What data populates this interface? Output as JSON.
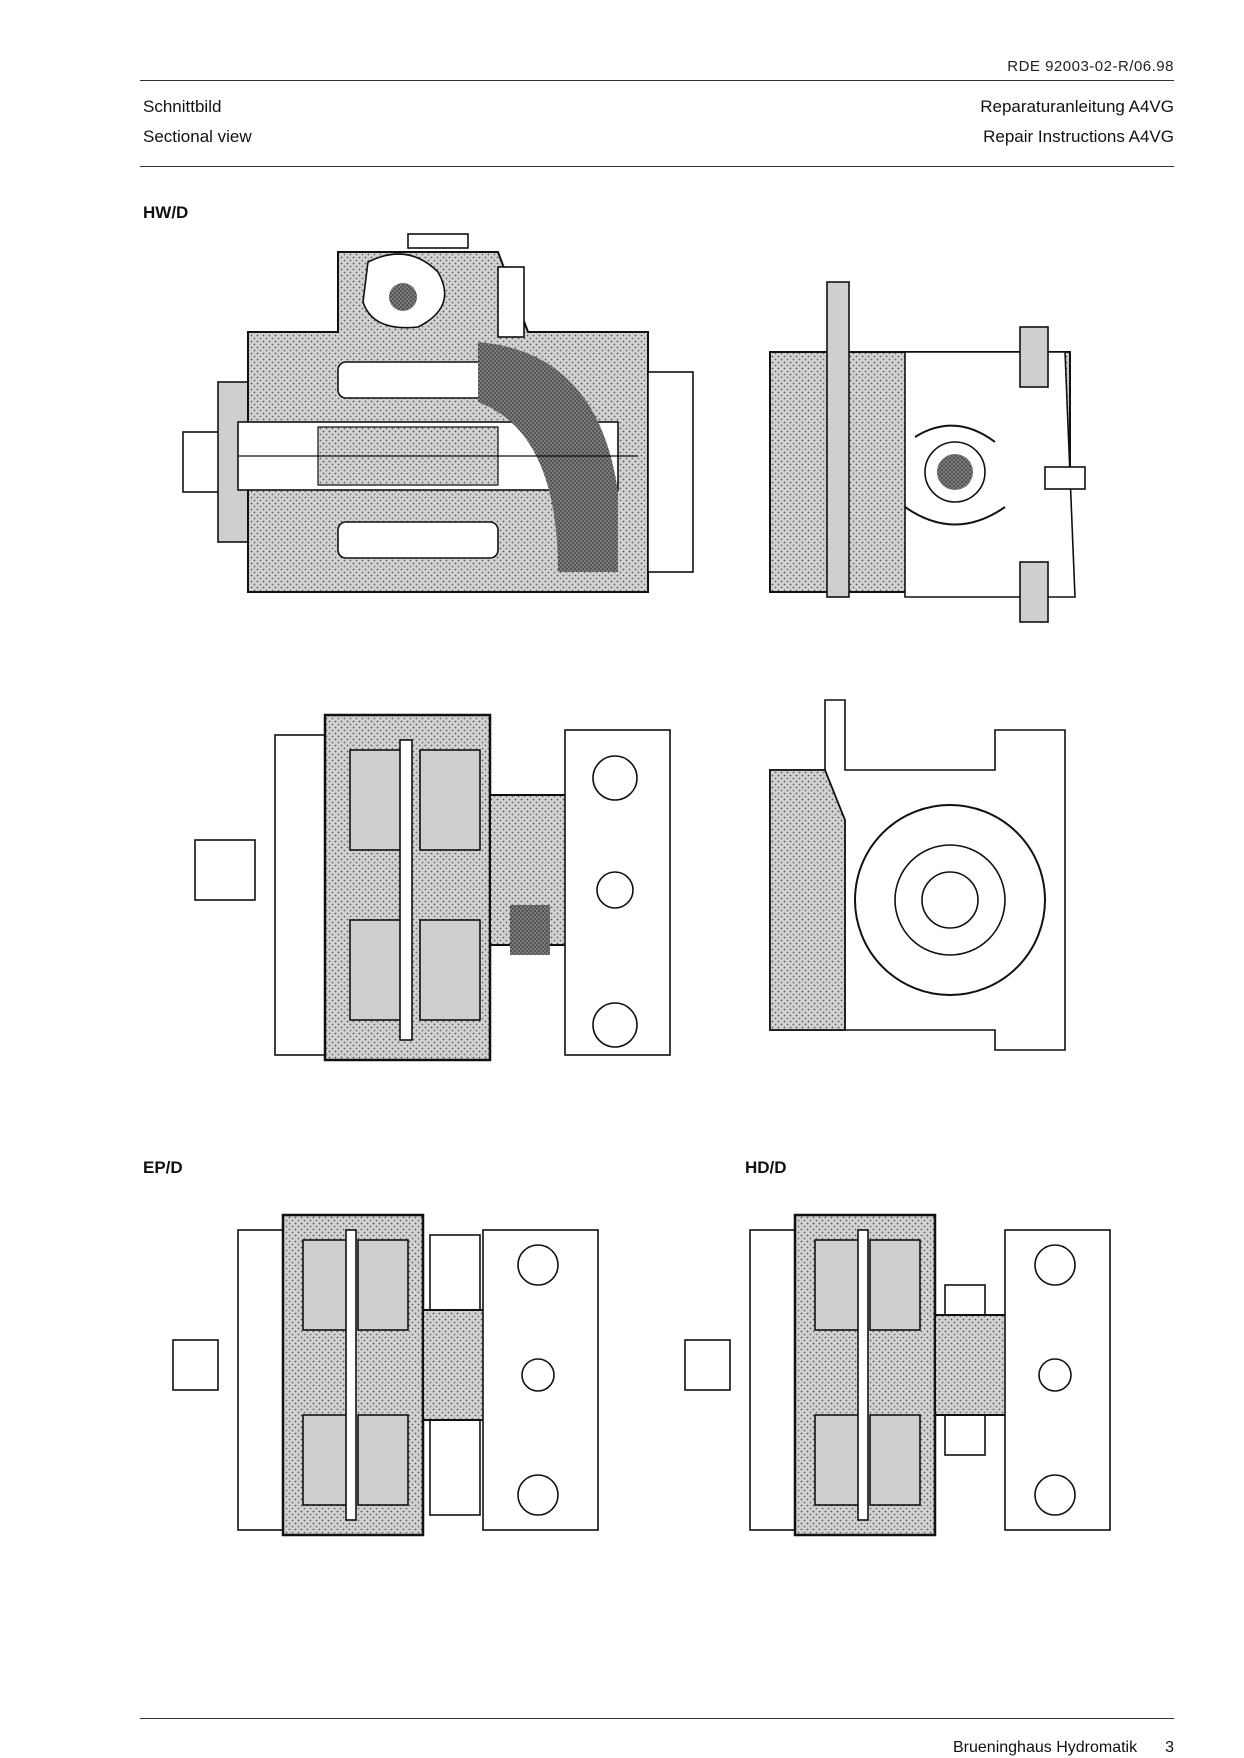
{
  "header": {
    "doc_number": "RDE 92003-02-R/06.98",
    "left_de": "Schnittbild",
    "left_en": "Sectional view",
    "right_de": "Reparaturanleitung A4VG",
    "right_en": "Repair Instructions A4VG"
  },
  "sections": {
    "hwd": "HW/D",
    "epd": "EP/D",
    "hdd": "HD/D"
  },
  "footer": {
    "company": "Brueninghaus Hydromatik",
    "page": "3"
  }
}
